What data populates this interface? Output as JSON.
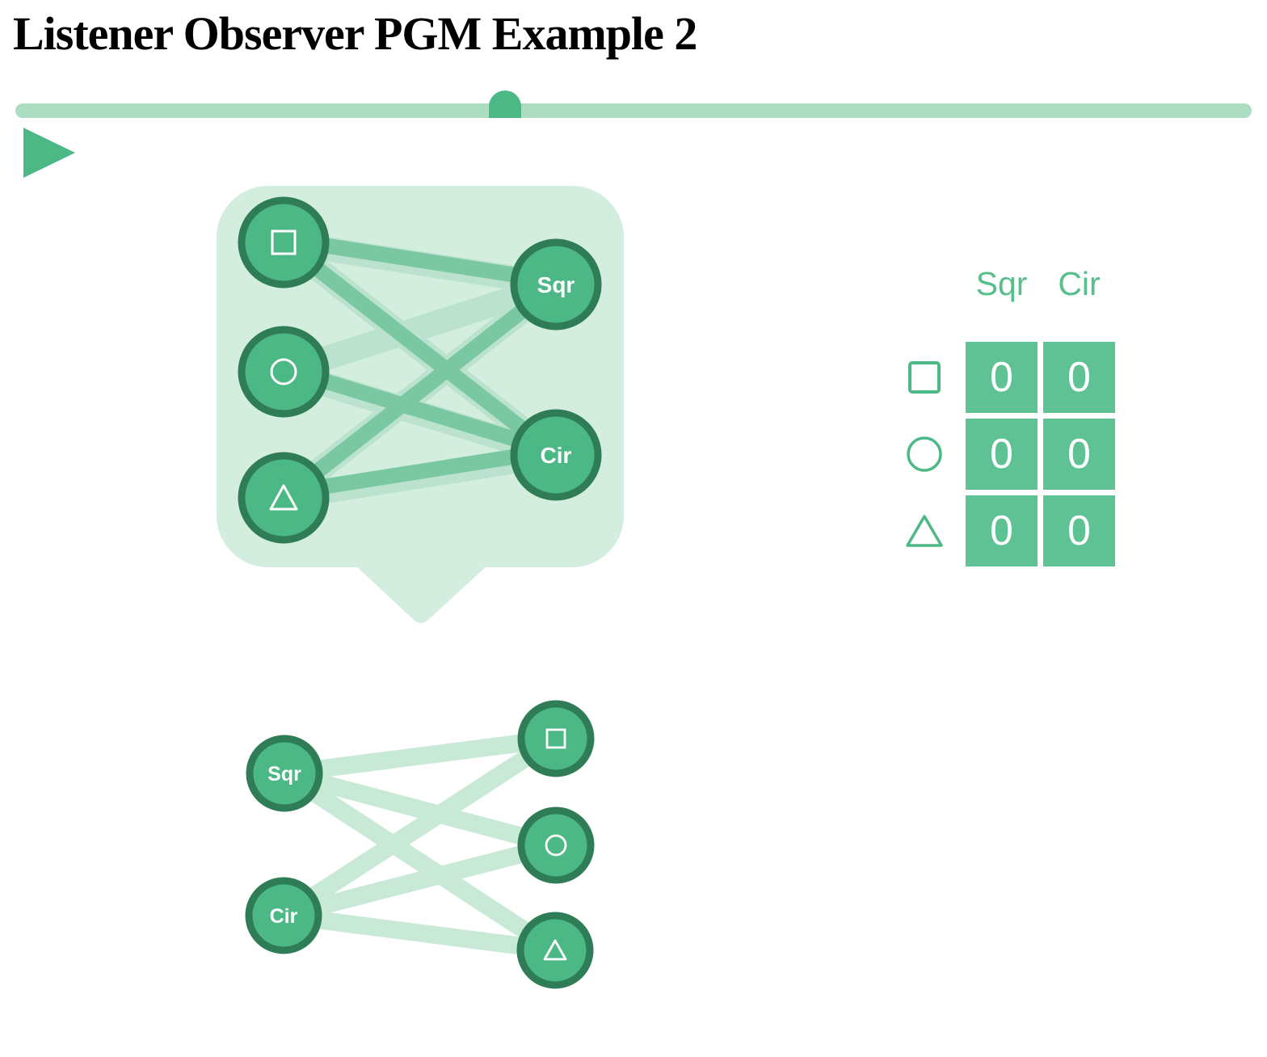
{
  "title": "Listener Observer PGM Example 2",
  "colors": {
    "accent_green": "#4cb885",
    "node_border_dark_green": "#2e7d56",
    "bubble_background": "#d3eddf",
    "edge_strong": "#79c8a2",
    "edge_weak": "#bbe2ce",
    "edge_observer": "#c9e9d7",
    "slider_track": "#acddc3",
    "table_cell_green": "#5ec295",
    "table_header_green": "#57be8c",
    "white": "#ffffff"
  },
  "timeline": {
    "progress_fraction": 0.4
  },
  "controls": {
    "play_button": "play"
  },
  "belief_bubble_graph": {
    "description": "thought-bubble bipartite graph",
    "left_nodes": [
      {
        "id": "square",
        "symbol": "square-icon"
      },
      {
        "id": "circle",
        "symbol": "circle-icon"
      },
      {
        "id": "triangle",
        "symbol": "triangle-icon"
      }
    ],
    "right_nodes": [
      {
        "id": "sqr",
        "label": "Sqr"
      },
      {
        "id": "cir",
        "label": "Cir"
      }
    ],
    "edges": [
      {
        "from": "square",
        "to": "sqr",
        "weight": "strong"
      },
      {
        "from": "square",
        "to": "cir",
        "weight": "strong"
      },
      {
        "from": "circle",
        "to": "sqr",
        "weight": "weak"
      },
      {
        "from": "circle",
        "to": "cir",
        "weight": "strong"
      },
      {
        "from": "triangle",
        "to": "sqr",
        "weight": "strong"
      },
      {
        "from": "triangle",
        "to": "cir",
        "weight": "strong"
      }
    ]
  },
  "count_table": {
    "col_headers": [
      "Sqr",
      "Cir"
    ],
    "rows": [
      {
        "symbol": "square",
        "values": [
          "0",
          "0"
        ]
      },
      {
        "symbol": "circle",
        "values": [
          "0",
          "0"
        ]
      },
      {
        "symbol": "triangle",
        "values": [
          "0",
          "0"
        ]
      }
    ]
  },
  "observer_graph": {
    "left_nodes": [
      {
        "id": "sqr",
        "label": "Sqr"
      },
      {
        "id": "cir",
        "label": "Cir"
      }
    ],
    "right_nodes": [
      {
        "id": "square",
        "symbol": "square-icon"
      },
      {
        "id": "circle",
        "symbol": "circle-icon"
      },
      {
        "id": "triangle",
        "symbol": "triangle-icon"
      }
    ],
    "edges": [
      {
        "from": "sqr",
        "to": "square",
        "weight": "weak"
      },
      {
        "from": "sqr",
        "to": "circle",
        "weight": "weak"
      },
      {
        "from": "sqr",
        "to": "triangle",
        "weight": "weak"
      },
      {
        "from": "cir",
        "to": "square",
        "weight": "weak"
      },
      {
        "from": "cir",
        "to": "circle",
        "weight": "weak"
      },
      {
        "from": "cir",
        "to": "triangle",
        "weight": "weak"
      }
    ]
  }
}
